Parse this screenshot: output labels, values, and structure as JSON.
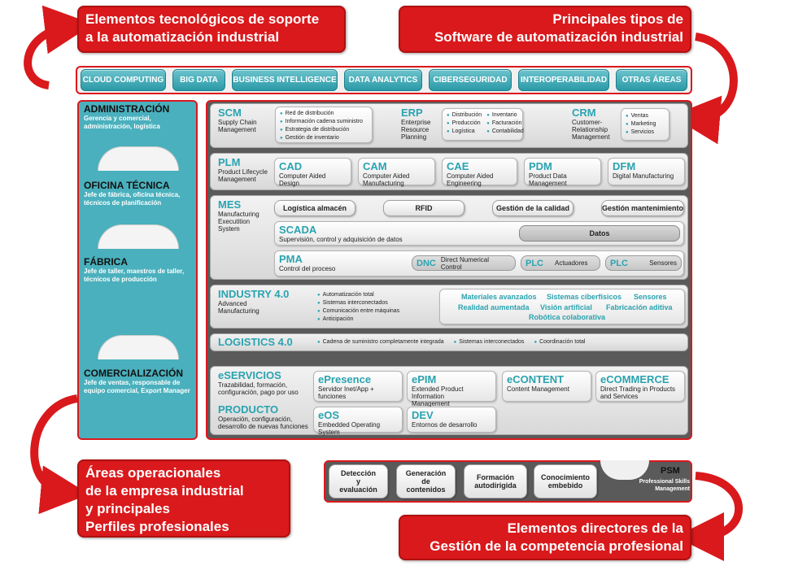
{
  "callouts": {
    "top_left": [
      "Elementos tecnológicos de soporte",
      "a la automatización industrial"
    ],
    "top_right": [
      "Principales tipos de",
      "Software de automatización industrial"
    ],
    "bottom_left": [
      "Áreas operacionales",
      "de la empresa industrial",
      "y principales",
      "Perfiles profesionales"
    ],
    "bottom_right": [
      "Elementos directores de la",
      "Gestión de la competencia profesional"
    ]
  },
  "tech_bar": [
    "CLOUD COMPUTING",
    "BIG DATA",
    "BUSINESS INTELLIGENCE",
    "DATA ANALYTICS",
    "CIBERSEGURIDAD",
    "INTEROPERABILIDAD",
    "OTRAS ÁREAS"
  ],
  "areas": [
    {
      "title": "ADMINISTRACIÓN",
      "desc": "Gerencia y comercial, administración, logística"
    },
    {
      "title": "OFICINA TÉCNICA",
      "desc": "Jefe de fábrica, oficina técnica, técnicos de planificación"
    },
    {
      "title": "FÁBRICA",
      "desc": "Jefe de taller, maestros de taller, técnicos de producción"
    },
    {
      "title": "COMERCIALIZACIÓN",
      "desc": "Jefe de ventas, responsable de equipo comercial, Export Manager"
    }
  ],
  "row1": {
    "scm": {
      "title": "SCM",
      "sub": [
        "Supply Chain",
        "Management"
      ],
      "items": [
        "Red de distribución",
        "Información cadena suministro",
        "Estrategia de distribución",
        "Gestión de inventario"
      ]
    },
    "erp": {
      "title": "ERP",
      "sub": [
        "Enterprise",
        "Resource",
        "Planning"
      ],
      "items_a": [
        "Distribución",
        "Producción",
        "Logística"
      ],
      "items_b": [
        "Inventario",
        "Facturación",
        "Contabilidad"
      ]
    },
    "crm": {
      "title": "CRM",
      "sub": [
        "Customer-",
        "Relationship",
        "Management"
      ],
      "items": [
        "Ventas",
        "Marketing",
        "Servicios"
      ]
    }
  },
  "row2": {
    "plm": {
      "title": "PLM",
      "sub": [
        "Product Lifecycle",
        "Management"
      ]
    },
    "cards": [
      {
        "title": "CAD",
        "sub": [
          "Computer Aided Design"
        ]
      },
      {
        "title": "CAM",
        "sub": [
          "Computer Aided",
          "Manufacturing"
        ]
      },
      {
        "title": "CAE",
        "sub": [
          "Computer Aided",
          "Engineering"
        ]
      },
      {
        "title": "PDM",
        "sub": [
          "Product Data",
          "Management"
        ]
      },
      {
        "title": "DFM",
        "sub": [
          "Digital Manufacturing"
        ]
      }
    ]
  },
  "row3": {
    "mes": {
      "title": "MES",
      "sub": [
        "Manufacturing",
        "Executition",
        "System"
      ]
    },
    "pills": [
      "Logística almacén",
      "RFID",
      "Gestión de la calidad",
      "Gestión mantenimiento"
    ],
    "scada": {
      "title": "SCADA",
      "sub": "Supervisión, control y adquisición de datos",
      "datos": "Datos"
    },
    "pma": {
      "title": "PMA",
      "sub": "Control del proceso",
      "dnc": {
        "title": "DNC",
        "label": "Direct Numerical Control"
      },
      "plc1": {
        "title": "PLC",
        "label": "Actuadores"
      },
      "plc2": {
        "title": "PLC",
        "label": "Sensores"
      }
    }
  },
  "row4": {
    "title": "INDUSTRY 4.0",
    "sub": [
      "Advanced",
      "Manufacturing"
    ],
    "items": [
      "Automatización total",
      "Sistemas interconectados",
      "Comunicación entre máquinas",
      "Anticipación"
    ],
    "tags": [
      "Materiales avanzados",
      "Sistemas ciberfísicos",
      "Sensores",
      "Realidad aumentada",
      "Visión artificial",
      "Fabricación aditiva",
      "Robótica colaborativa"
    ]
  },
  "row5": {
    "title": "LOGISTICS 4.0",
    "items": [
      "Cadena de suministro completamente integrada",
      "Sistemas interconectados",
      "Coordinación total"
    ]
  },
  "row6": {
    "eserv": {
      "title": "eSERVICIOS",
      "sub": [
        "Trazabilidad, formación,",
        "configuración, pago por uso"
      ]
    },
    "producto": {
      "title": "PRODUCTO",
      "sub": [
        "Operación, configuración,",
        "desarrollo de nuevas funciones"
      ]
    },
    "cards": [
      {
        "title": "ePresence",
        "sub": [
          "Servidor Inet/App + funciones"
        ]
      },
      {
        "title": "ePIM",
        "sub": [
          "Extended Product Information",
          "Management"
        ]
      },
      {
        "title": "eCONTENT",
        "sub": [
          "Content Management"
        ]
      },
      {
        "title": "eCOMMERCE",
        "sub": [
          "Direct Trading in Products",
          "and Services"
        ]
      },
      {
        "title": "eOS",
        "sub": [
          "Embedded Operating System"
        ]
      },
      {
        "title": "DEV",
        "sub": [
          "Entornos de desarrollo"
        ]
      }
    ]
  },
  "psm": {
    "items": [
      [
        "Detección",
        "y",
        "evaluación"
      ],
      [
        "Generación",
        "de",
        "contenidos"
      ],
      [
        "Formación",
        "autodirigida"
      ],
      [
        "Conocimiento",
        "embebido"
      ]
    ],
    "title": "PSM",
    "sub": [
      "Professional Skills",
      "Management"
    ]
  },
  "colors": {
    "red": "#d9191c",
    "teal": "#2aa3b0"
  }
}
